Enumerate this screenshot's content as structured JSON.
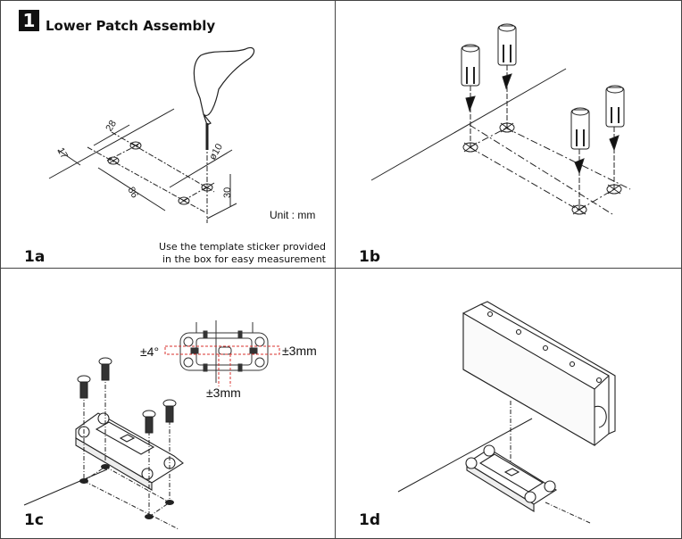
{
  "step": {
    "number": "1",
    "title": "Lower Patch Assembly"
  },
  "panels": {
    "a": {
      "label": "1a",
      "unit": "Unit : mm",
      "note_line1": "Use the template sticker provided",
      "note_line2": "in the box for easy measurement",
      "dimensions": {
        "d28": "28",
        "d17": "17",
        "d86": "86",
        "d30": "30",
        "d10": "ø10"
      }
    },
    "b": {
      "label": "1b"
    },
    "c": {
      "label": "1c",
      "tolerance_angle": "±4°",
      "tolerance_side": "±3mm",
      "tolerance_bottom": "±3mm"
    },
    "d": {
      "label": "1d"
    }
  },
  "colors": {
    "tolerance_guide": "#d9302c",
    "line": "#222222"
  }
}
